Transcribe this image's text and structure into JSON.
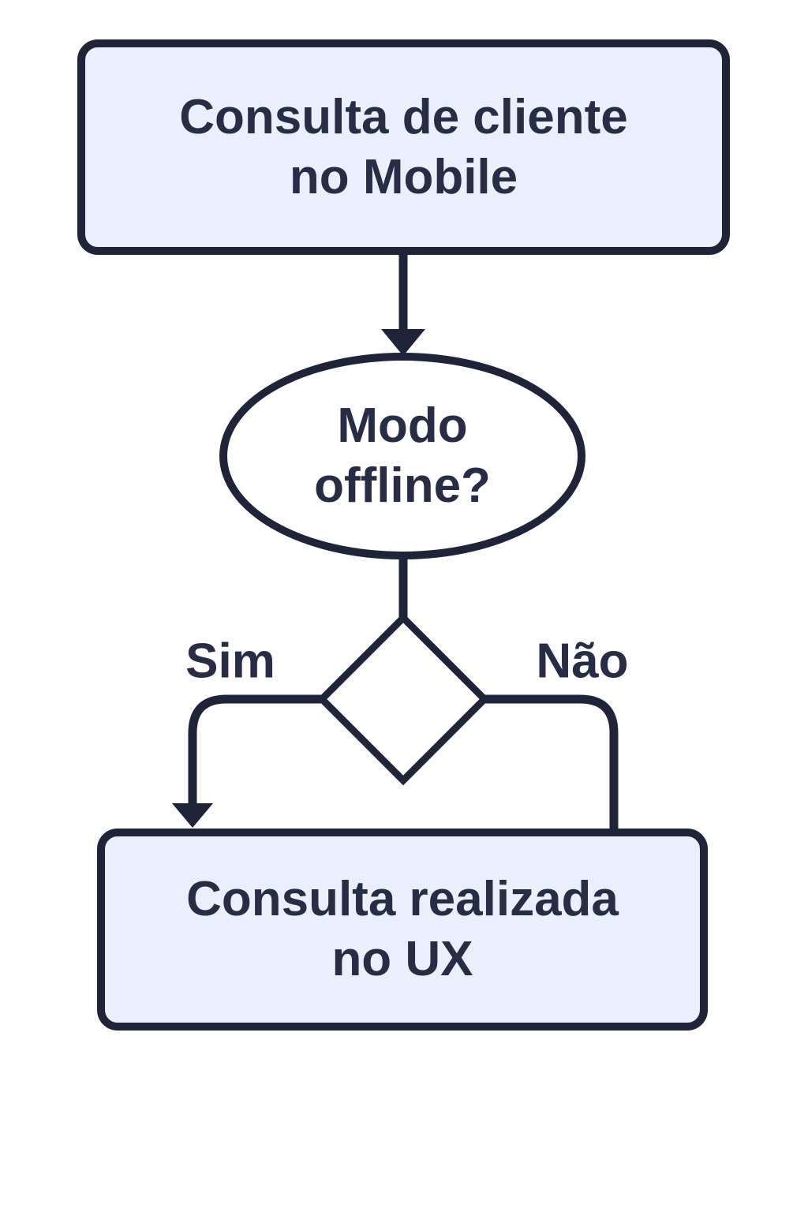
{
  "diagram": {
    "type": "flowchart",
    "colors": {
      "background": "#fdfdfe",
      "stroke": "#1f2438",
      "text": "#272d45",
      "process_fill": "#e9f0fb",
      "decision_fill": "#ffffff"
    },
    "start_node": {
      "line1": "Consulta de cliente",
      "line2": "no Mobile"
    },
    "question_node": {
      "line1": "Modo",
      "line2": "offline?"
    },
    "branches": {
      "yes": "Sim",
      "no": "Não"
    },
    "end_node": {
      "line1": "Consulta realizada",
      "line2": "no UX"
    }
  }
}
